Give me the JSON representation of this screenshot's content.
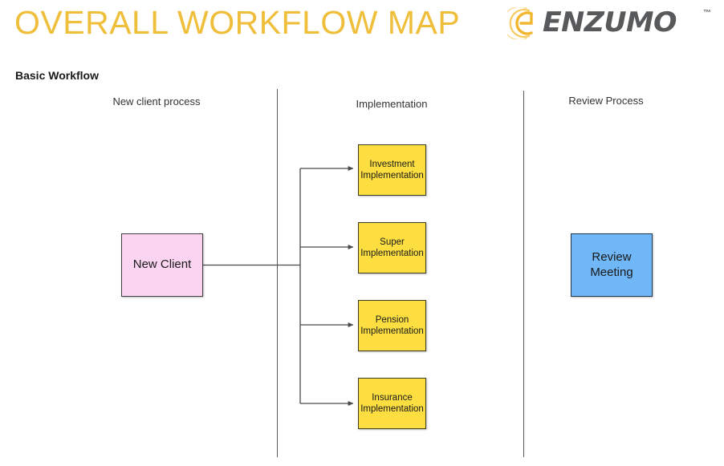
{
  "header": {
    "title": "OVERALL WORKFLOW MAP",
    "title_color": "#EFBE3A",
    "logo": {
      "wordmark": "ENZUMO",
      "trademark": "™",
      "mark_name": "spiral-swirl-logo",
      "mark_color": "#F2B630",
      "word_color": "#58595B"
    }
  },
  "section": {
    "title": "Basic Workflow"
  },
  "lanes": [
    {
      "id": "new-client-process",
      "label": "New client process"
    },
    {
      "id": "implementation",
      "label": "Implementation"
    },
    {
      "id": "review-process",
      "label": "Review Process"
    }
  ],
  "nodes": {
    "new_client": {
      "label": "New Client",
      "color": "#FBD4F1"
    },
    "review_meeting": {
      "line1": "Review",
      "line2": "Meeting",
      "color": "#6FB7F7"
    },
    "implementations": [
      {
        "line1": "Investment",
        "line2": "Implementation",
        "color": "#FCDE40"
      },
      {
        "line1": "Super",
        "line2": "Implementation",
        "color": "#FCDE40"
      },
      {
        "line1": "Pension",
        "line2": "Implementation",
        "color": "#FCDE40"
      },
      {
        "line1": "Insurance",
        "line2": "Implementation",
        "color": "#FCDE40"
      }
    ]
  },
  "chart_data": {
    "type": "diagram",
    "title": "OVERALL WORKFLOW MAP",
    "subtitle": "Basic Workflow",
    "diagram_kind": "swimlane-flowchart",
    "lanes": [
      "New client process",
      "Implementation",
      "Review Process"
    ],
    "nodes": [
      {
        "id": "new-client",
        "label": "New Client",
        "lane": "New client process",
        "shape": "rectangle",
        "fill": "#FBD4F1"
      },
      {
        "id": "investment-implementation",
        "label": "Investment Implementation",
        "lane": "Implementation",
        "shape": "rectangle",
        "fill": "#FCDE40"
      },
      {
        "id": "super-implementation",
        "label": "Super Implementation",
        "lane": "Implementation",
        "shape": "rectangle",
        "fill": "#FCDE40"
      },
      {
        "id": "pension-implementation",
        "label": "Pension Implementation",
        "lane": "Implementation",
        "shape": "rectangle",
        "fill": "#FCDE40"
      },
      {
        "id": "insurance-implementation",
        "label": "Insurance Implementation",
        "lane": "Implementation",
        "shape": "rectangle",
        "fill": "#FCDE40"
      },
      {
        "id": "review-meeting",
        "label": "Review Meeting",
        "lane": "Review Process",
        "shape": "rectangle",
        "fill": "#6FB7F7"
      }
    ],
    "edges": [
      {
        "from": "new-client",
        "to": "investment-implementation",
        "arrow": true,
        "label": ""
      },
      {
        "from": "new-client",
        "to": "super-implementation",
        "arrow": true,
        "label": ""
      },
      {
        "from": "new-client",
        "to": "pension-implementation",
        "arrow": true,
        "label": ""
      },
      {
        "from": "new-client",
        "to": "insurance-implementation",
        "arrow": true,
        "label": ""
      }
    ],
    "legend": [],
    "grid": false
  }
}
